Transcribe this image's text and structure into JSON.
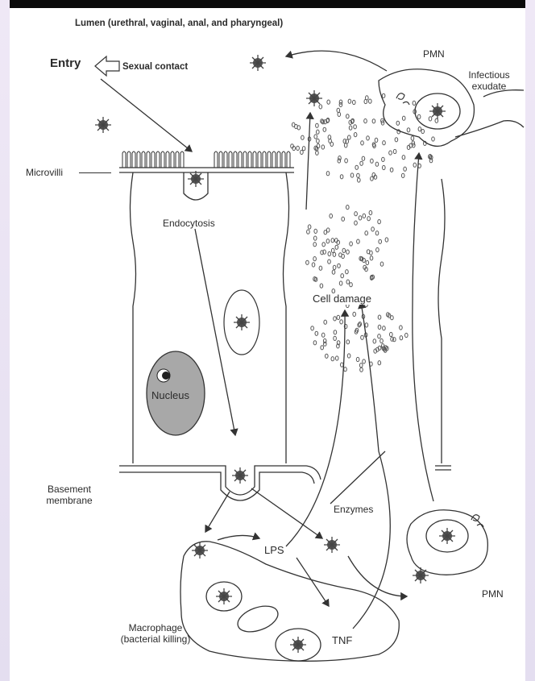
{
  "diagram": {
    "lumen_label": "Lumen (urethral, vaginal, anal, and pharyngeal)",
    "entry_label": "Entry",
    "contact_label": "Sexual contact",
    "microvilli_label": "Microvilli",
    "endocytosis_label": "Endocytosis",
    "nucleus_label": "Nucleus",
    "basement_label": "Basement membrane",
    "cell_damage_label": "Cell damage",
    "enzymes_label": "Enzymes",
    "lps_label": "LPS",
    "tnf_label": "TNF",
    "macrophage_label": "Macrophage (bacterial killing)",
    "pmn_top_label": "PMN",
    "exudate_label": "Infectious exudate",
    "pmn_bottom_label": "PMN"
  }
}
